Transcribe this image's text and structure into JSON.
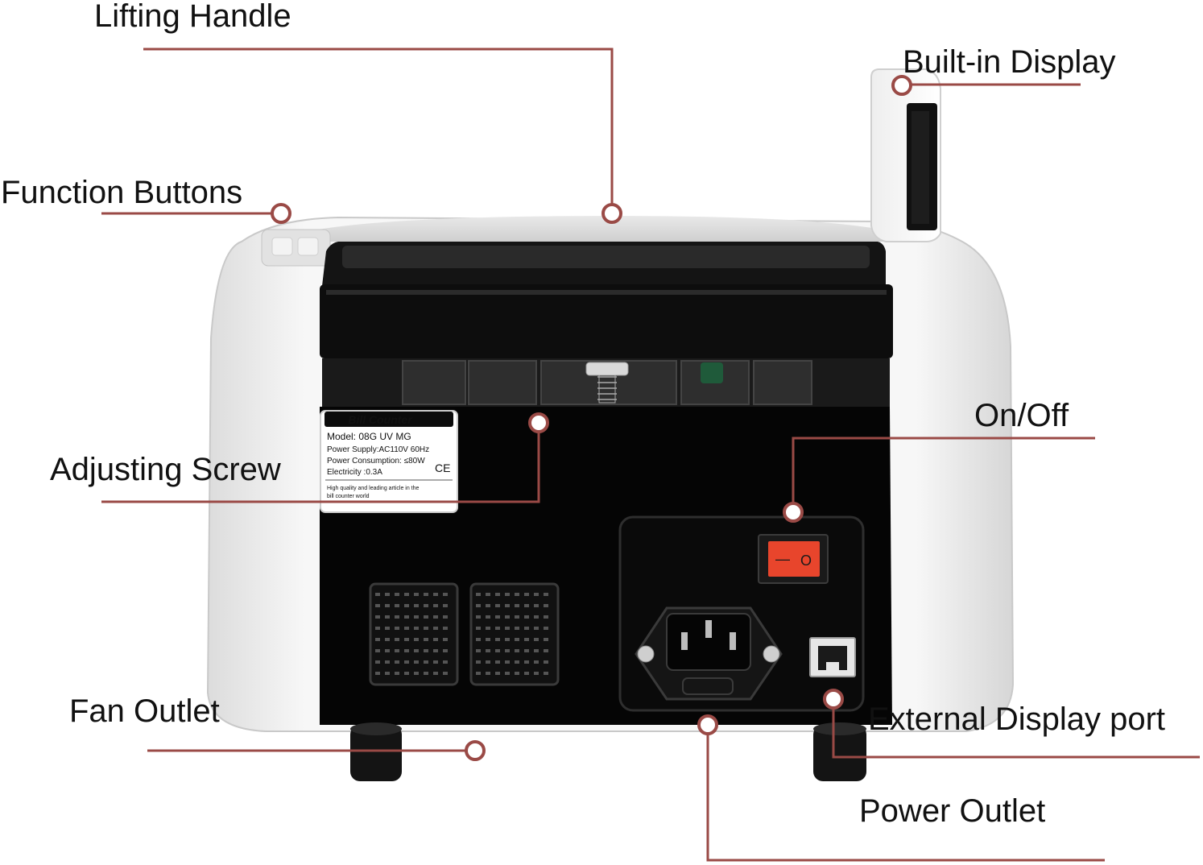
{
  "colors": {
    "leader": "#9a4a46",
    "body_white": "#f2f2f2",
    "body_black": "#0b0b0b",
    "switch_red": "#e8452c"
  },
  "labels": {
    "lifting_handle": "Lifting Handle",
    "built_in_display": "Built-in Display",
    "function_buttons": "Function Buttons",
    "adjusting_screw": "Adjusting Screw",
    "on_off": "On/Off",
    "fan_outlet": "Fan Outlet",
    "external_display_port": "External Display port",
    "power_outlet": "Power Outlet"
  },
  "nameplate": {
    "title": "Bill Counter",
    "model": "Model: 08G UV MG",
    "power_supply": "Power Supply:AC110V 60Hz",
    "power_consumption": "Power Consumption: ≤80W",
    "electricity": "Electricity :0.3A",
    "ce_mark": "CE",
    "tagline_1": "High quality and leading article in the",
    "tagline_2": "bill counter world"
  },
  "switch": {
    "off_symbol": "O",
    "on_symbol": "—"
  }
}
